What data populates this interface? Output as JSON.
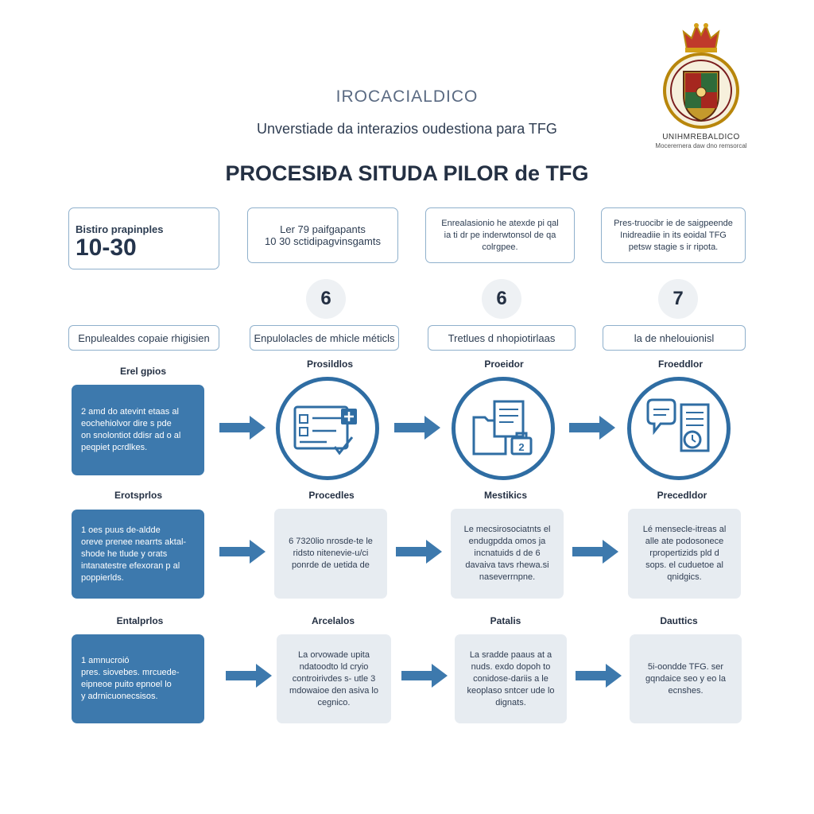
{
  "header": {
    "small_title": "IROCACIALDICO",
    "subtitle": "Unverstiade da interazios oudestiona para TFG",
    "title": "PROCESIÐA SITUDA PILOR de TFG"
  },
  "seal": {
    "name": "UNIHMREBALDICO",
    "sub": "Mocerernera daw dno remsorcal"
  },
  "info_boxes": [
    {
      "label": "Bistiro prapinples",
      "stat": "10-30"
    },
    {
      "text": "Ler 79 paifgapants\n10 30 sctidipagvinsgamts"
    },
    {
      "text": "Enrealasionio he atexde pi qal\nia ti dr pe inderwtonsol de qa\ncolrgpee."
    },
    {
      "text": "Pres-truocibr ie de saigpeende\nInidreadiie in its eoidal TFG\npetsw stagie s ir ripota."
    }
  ],
  "step_numbers": [
    "6",
    "6",
    "7"
  ],
  "pills": [
    "Enpulealdes copaie rhigisien",
    "Enpulolacles de mhicle méticls",
    "Tretlues d nhopiotirlaas",
    "la de nhelouionisl"
  ],
  "rows": [
    {
      "heads": [
        "Erel gpios",
        "Prosildlos",
        "Proeidor",
        "Froeddlor"
      ],
      "blue_card": "2 amd do atevint etaas al\neochehiolvor dire s pde\non snolontiot ddisr ad o al\npeqpiet pcrdlkes.",
      "gray_cards": []
    },
    {
      "heads": [
        "Erotsprlos",
        "Procedles",
        "Mestikics",
        "Precedldor"
      ],
      "blue_card": "1 oes puus de-aldde\noreve prenee nearrts aktal-\nshode he tlude y orats\nintanatestre efexoran p al\npoppierlds.",
      "gray_cards": [
        "6 7320lio nrosde-te le\nridsto nitenevie-u/ci\nponrde de uetida de",
        "Le mecsirosociatnts el\nendugpdda omos ja\nincnatuids d de 6\ndavaiva tavs rhewa.si\nnaseverrnpne.",
        "Lé mensecle-itreas al\nalle ate podosonece\nrpropertizids pld d\nsops. el cuduetoe al\nqnidgics."
      ]
    },
    {
      "heads": [
        "Entalprlos",
        "Arcelalos",
        "Patalis",
        "Dauttics"
      ],
      "blue_card": "1 amnucroió\npres. siovebes. mrcuede-\neipneoe puito epnoel lo\ny adrnicuonecsisos.",
      "gray_cards": [
        "La orvowade upita\nndatoodto ld cryio\ncontroirivdes s- utle 3\nmdowaioe den asiva lo\ncegnico.",
        "La sradde paaus at a\nnuds. exdo dopoh to\nconidose-dariis a le\nkeoplaso sntcer ude lo\ndignats.",
        "5i-oondde TFG. ser\ngqndaice seo y eo la\necnshes."
      ]
    }
  ]
}
